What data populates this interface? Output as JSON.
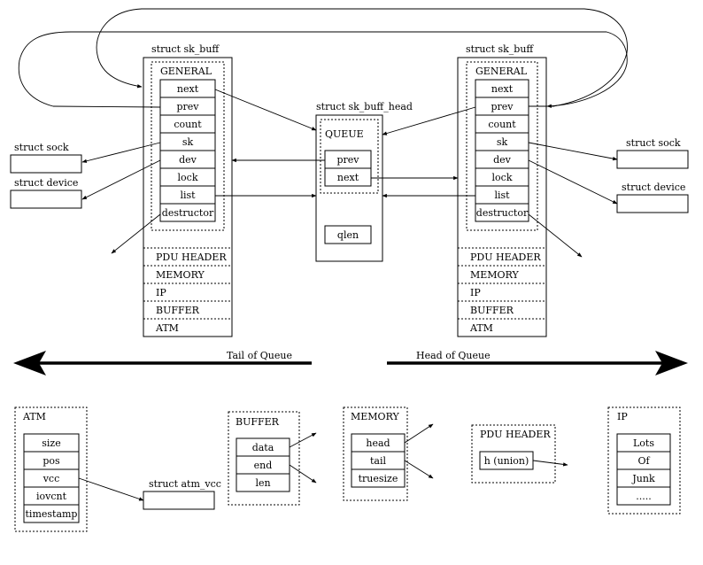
{
  "sk_buff_label": "struct sk_buff",
  "sk_buff_head_label": "struct sk_buff_head",
  "general_label": "GENERAL",
  "queue_label": "QUEUE",
  "general_fields": [
    "next",
    "prev",
    "count",
    "sk",
    "dev",
    "lock",
    "list",
    "destructor"
  ],
  "sections": [
    "PDU HEADER",
    "MEMORY",
    "IP",
    "BUFFER",
    "ATM"
  ],
  "queue_fields": [
    "prev",
    "next"
  ],
  "qlen_label": "qlen",
  "struct_sock_label": "struct sock",
  "struct_device_label": "struct device",
  "tail_label": "Tail of Queue",
  "head_label": "Head of Queue",
  "atm": {
    "title": "ATM",
    "fields": [
      "size",
      "pos",
      "vcc",
      "iovcnt",
      "timestamp"
    ]
  },
  "atm_vcc_label": "struct atm_vcc",
  "buffer": {
    "title": "BUFFER",
    "fields": [
      "data",
      "end",
      "len"
    ]
  },
  "memory": {
    "title": "MEMORY",
    "fields": [
      "head",
      "tail",
      "truesize"
    ]
  },
  "pdu_header": {
    "title": "PDU HEADER",
    "fields": [
      "h (union)"
    ]
  },
  "ip": {
    "title": "IP",
    "fields": [
      "Lots",
      "Of",
      "Junk",
      "....."
    ]
  }
}
